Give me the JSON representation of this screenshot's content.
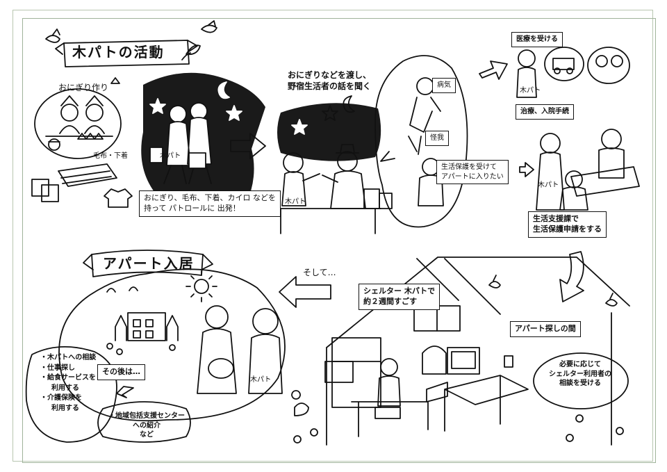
{
  "title_activity": "木パトの活動",
  "onigiri_label": "おにぎり作り",
  "blanket_label": "毛布・下着",
  "patrol_text": [
    "おにぎり、毛布、下着、カイロ などを",
    "持って パトロールに 出発！"
  ],
  "talk_text": [
    "おにぎりなどを渡し、",
    "野宿生活者の話を聞く"
  ],
  "illness_label": "病気",
  "injury_label": "怪我",
  "welfare_wish": [
    "生活保護を受けて",
    "アパートに入りたい"
  ],
  "medical_label": "医療を受ける",
  "treatment_label": "治療、入院手続",
  "welfare_section": [
    "生活支援課で",
    "生活保護申請をする"
  ],
  "title_apartment": "アパート入居",
  "then_label": "そして…",
  "shelter_label": [
    "シェルター 木パトで",
    "約２週間すごす"
  ],
  "apartment_search": "アパート探しの間",
  "consult_text": [
    "必要に応じて",
    "シェルター利用者の",
    "相談を受ける"
  ],
  "after_label": "その後は…",
  "after_list": [
    "・木パトへの相談",
    "・仕事探し",
    "・給食サービスを",
    "利用する",
    "・介護保険を",
    "利用する"
  ],
  "center_text": [
    "・地域包括支援センター",
    "への紹介",
    "など"
  ],
  "mokupato_tag": "木パト",
  "colors": {
    "line": "#111111",
    "frame": "#9fb39a",
    "paper": "#ffffff"
  }
}
